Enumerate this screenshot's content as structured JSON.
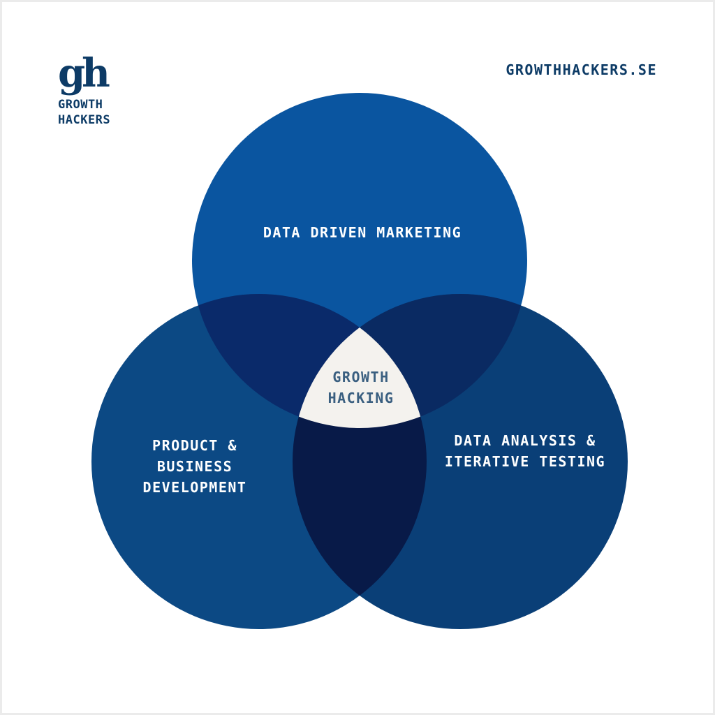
{
  "logo": {
    "mark": "gh",
    "line1": "GROWTH",
    "line2": "HACKERS"
  },
  "website": "GROWTHHACKERS.SE",
  "diagram": {
    "sets": [
      {
        "label_lines": [
          "DATA DRIVEN MARKETING"
        ],
        "color": "#0a55a0"
      },
      {
        "label_lines": [
          "PRODUCT &",
          "BUSINESS",
          "DEVELOPMENT"
        ],
        "color": "#0c4984"
      },
      {
        "label_lines": [
          "DATA ANALYSIS &",
          "ITERATIVE TESTING"
        ],
        "color": "#0a3f77"
      }
    ],
    "intersection": {
      "label_lines": [
        "GROWTH",
        "HACKING"
      ],
      "color": "#f4f2ee"
    },
    "overlap_colors": {
      "top_left": "#0a2a6a",
      "top_right": "#0a2a62",
      "left_right": "#081a48"
    }
  }
}
